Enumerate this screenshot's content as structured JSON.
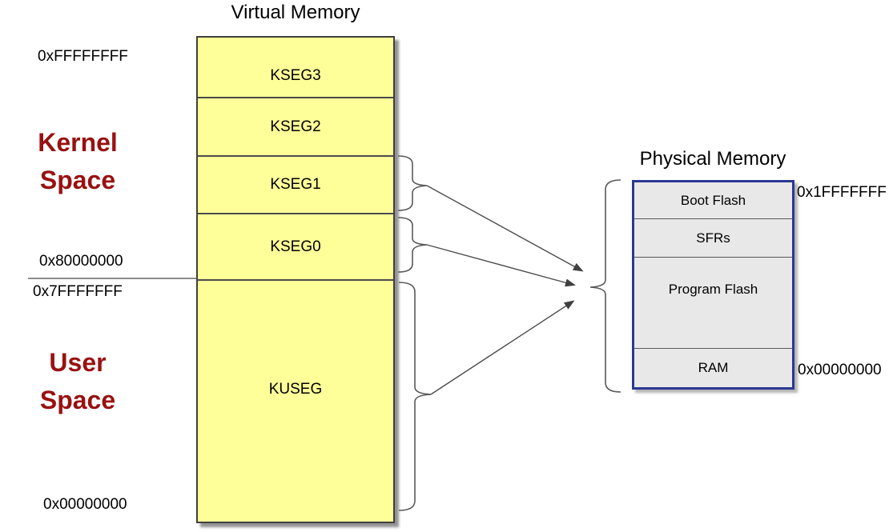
{
  "virtual_memory": {
    "title": "Virtual Memory",
    "segments": [
      {
        "label": "KSEG3"
      },
      {
        "label": "KSEG2"
      },
      {
        "label": "KSEG1"
      },
      {
        "label": "KSEG0"
      },
      {
        "label": "KUSEG"
      }
    ],
    "addresses": {
      "top": "0xFFFFFFFF",
      "kernel_base": "0x80000000",
      "user_top": "0x7FFFFFFF",
      "bottom": "0x00000000"
    },
    "kernel_space_label": "Kernel\nSpace",
    "user_space_label": "User\nSpace"
  },
  "physical_memory": {
    "title": "Physical Memory",
    "regions": [
      {
        "label": "Boot Flash"
      },
      {
        "label": "SFRs"
      },
      {
        "label": "Program Flash"
      },
      {
        "label": "RAM"
      }
    ],
    "addresses": {
      "top": "0x1FFFFFFF",
      "bottom": "0x00000000"
    }
  },
  "connections": [
    {
      "from": "KSEG1",
      "to": "Physical Memory"
    },
    {
      "from": "KSEG0",
      "to": "Physical Memory"
    },
    {
      "from": "KUSEG",
      "to": "Physical Memory"
    }
  ],
  "colors": {
    "virtual_fill": "#FFFF99",
    "virtual_border": "#3F3F3F",
    "physical_fill": "#E8E8E8",
    "physical_border": "#2B3892",
    "space_label_red": "#991111",
    "connector_gray": "#595959"
  }
}
